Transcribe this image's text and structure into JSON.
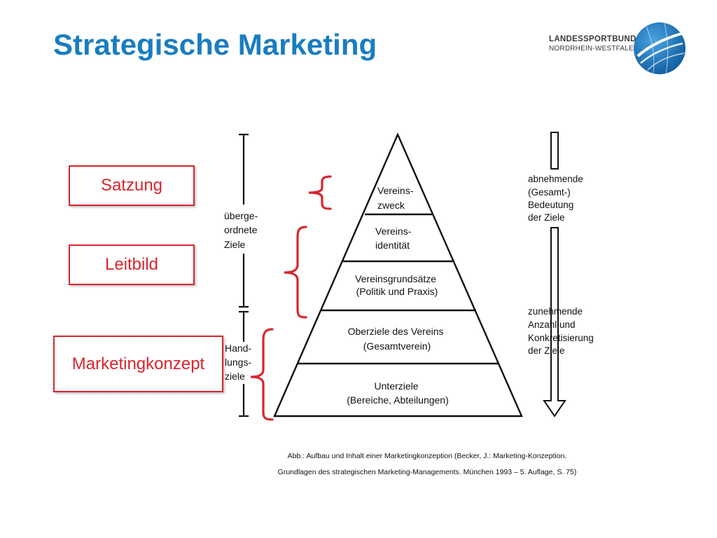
{
  "slide": {
    "title": "Strategische Marketing",
    "brand_line1": "LANDESSPORTBUND",
    "brand_line2": "NORDRHEIN-WESTFALEN"
  },
  "boxes": {
    "satzung": "Satzung",
    "leitbild": "Leitbild",
    "marketingkonzept": "Marketingkonzept"
  },
  "left_scale": {
    "upper": [
      "überge-",
      "ordnete",
      "Ziele"
    ],
    "lower": [
      "Hand-",
      "lungs-",
      "ziele"
    ]
  },
  "pyramid": {
    "level1": [
      "Vereins-",
      "zweck"
    ],
    "level2": [
      "Vereins-",
      "identität"
    ],
    "level3": [
      "Vereinsgrundsätze",
      "(Politik und Praxis)"
    ],
    "level4": [
      "Oberziele des Vereins",
      "(Gesamtverein)"
    ],
    "level5": [
      "Unterziele",
      "(Bereiche, Abteilungen)"
    ]
  },
  "right_scale": {
    "upper": [
      "abnehmende",
      "(Gesamt-)",
      "Bedeutung",
      "der Ziele"
    ],
    "lower": [
      "zunehmende",
      "Anzahl und",
      "Konkretisierung",
      "der Ziele"
    ]
  },
  "caption": {
    "line1": "Abb.: Aufbau und Inhalt einer Marketingkonzeption (Becker, J.: Marketing-Konzeption.",
    "line2": "Grundlagen des strategischen Marketing-Managements. München 1993 – 5. Auflage, S. 75)"
  },
  "colors": {
    "title_blue": "#1a7dc0",
    "accent_red": "#d9252c",
    "logo_blue": "#1a6fb4"
  },
  "icons": {
    "logo": "landessportbund-globe-icon"
  }
}
